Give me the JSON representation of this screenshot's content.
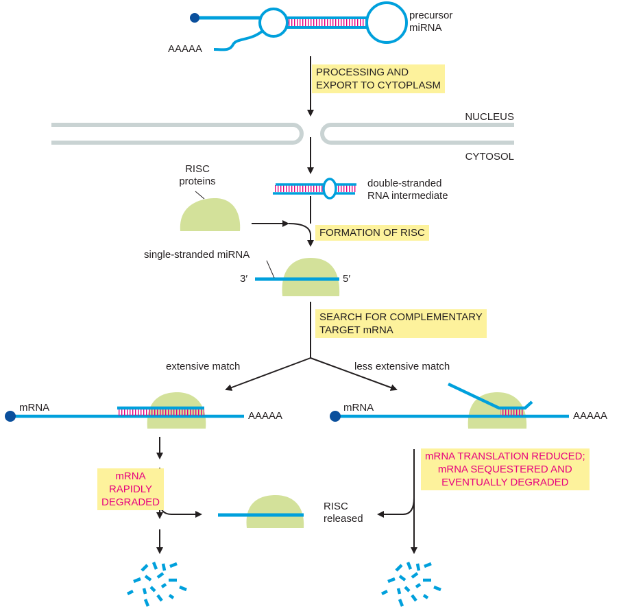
{
  "labels": {
    "precursor": [
      "precursor",
      "miRNA"
    ],
    "aaaaa_top": "AAAAA",
    "nucleus": "NUCLEUS",
    "cytosol": "CYTOSOL",
    "risc_proteins": [
      "RISC",
      "proteins"
    ],
    "ds_rna": [
      "double-stranded",
      "RNA intermediate"
    ],
    "ss_mirna": "single-stranded miRNA",
    "three_prime": "3′",
    "five_prime": "5′",
    "extensive": "extensive match",
    "less_extensive": "less extensive match",
    "mrna_left": "mRNA",
    "mrna_right": "mRNA",
    "aaaaa_left": "AAAAA",
    "aaaaa_right": "AAAAA",
    "risc_released": [
      "RISC",
      "released"
    ]
  },
  "steps": {
    "processing": [
      "PROCESSING AND",
      "EXPORT TO CYTOPLASM"
    ],
    "formation": "FORMATION OF RISC",
    "search": [
      "SEARCH FOR COMPLEMENTARY",
      "TARGET mRNA"
    ],
    "degraded": [
      "mRNA",
      "RAPIDLY",
      "DEGRADED"
    ],
    "reduced": [
      "mRNA TRANSLATION REDUCED;",
      "mRNA SEQUESTERED AND",
      "EVENTUALLY DEGRADED"
    ]
  },
  "colors": {
    "rna": "#00a0dc",
    "cap": "#0a4f9c",
    "risc": "#d3e19a",
    "base_pairs": "#e6007e",
    "membrane": "#c9d3d3",
    "arrow": "#231f20",
    "step_box": "#fdf29c"
  }
}
